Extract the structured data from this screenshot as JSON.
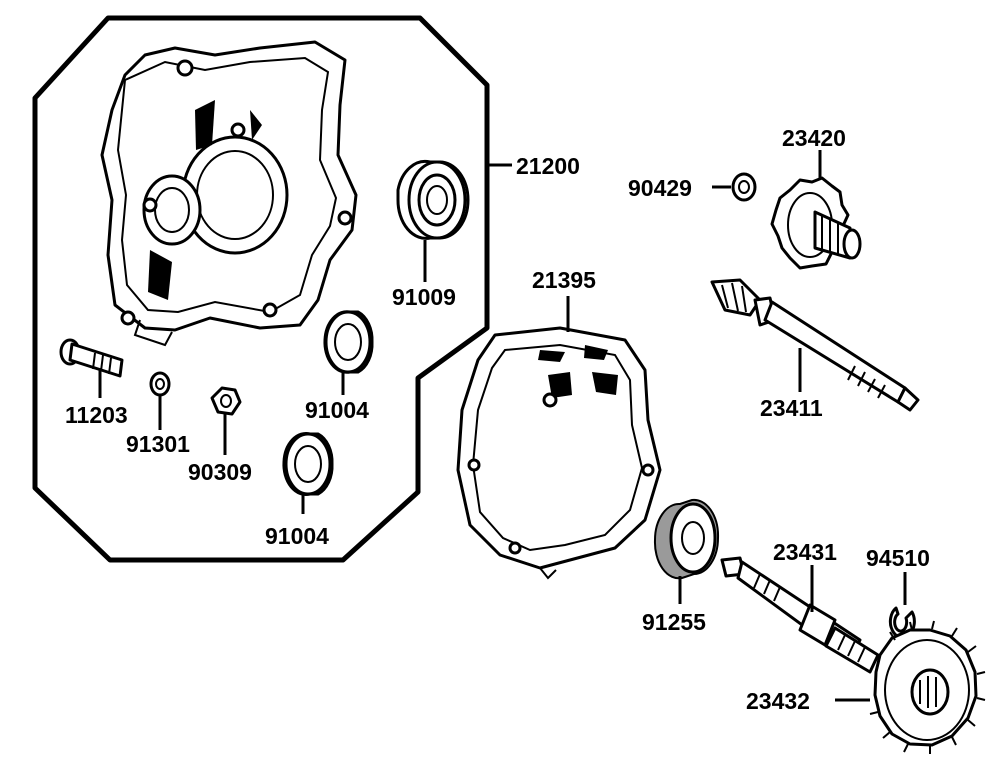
{
  "colors": {
    "ink": "#000000",
    "paper": "#ffffff"
  },
  "parts": {
    "housing_group": "21200",
    "bearing_top": "91009",
    "bearing_mid": "91004",
    "bearing_low": "91004",
    "bolt": "11203",
    "washer": "91301",
    "nut": "90309",
    "gasket": "21395",
    "washer_right": "90429",
    "gear_top": "23420",
    "shaft_input": "23411",
    "bearing_seal": "91255",
    "shaft_output": "23431",
    "circlip": "94510",
    "gear_final": "23432"
  }
}
